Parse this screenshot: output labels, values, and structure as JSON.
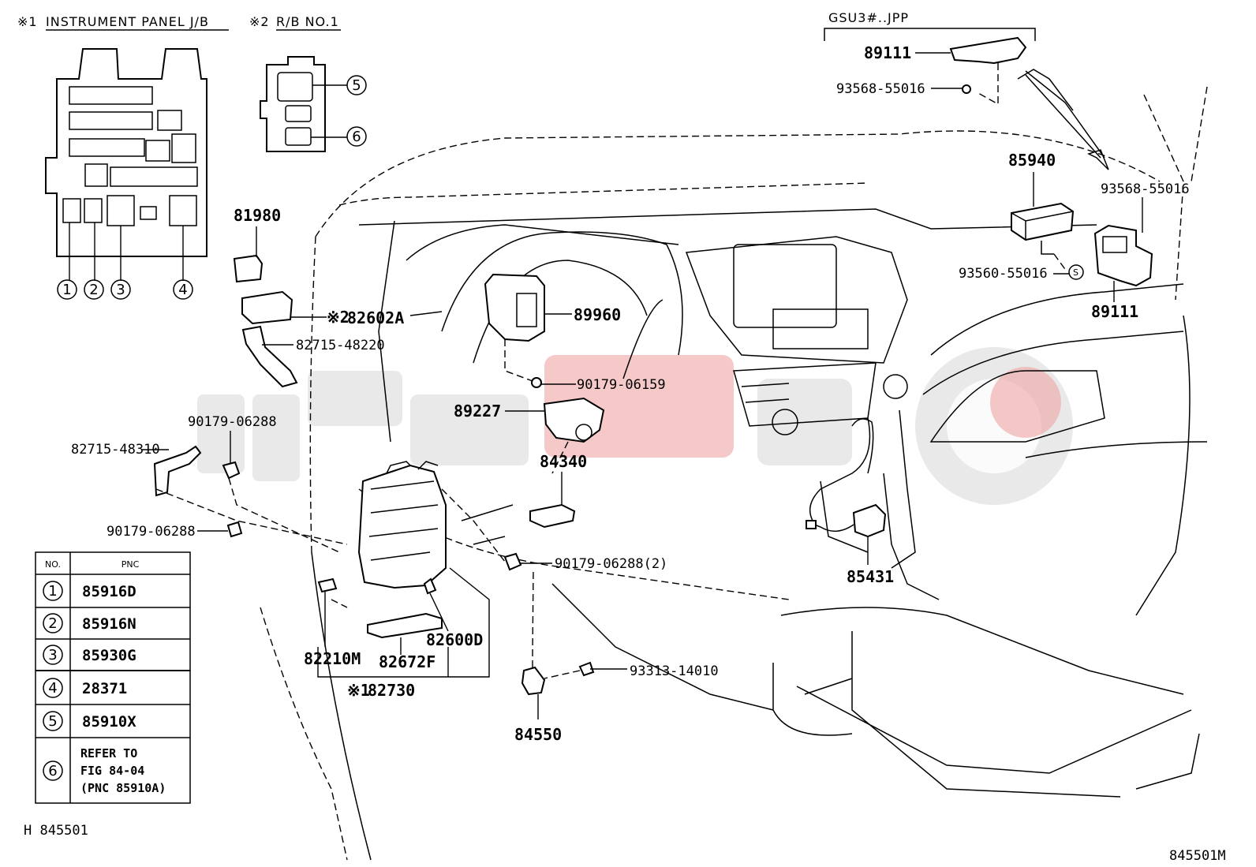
{
  "header": {
    "mark1": "※1",
    "title1": "INSTRUMENT PANEL J/B",
    "mark2": "※2",
    "title2": "R/B NO.1",
    "variant": "GSU3#..JPP"
  },
  "jb_circles": [
    "1",
    "2",
    "3",
    "4"
  ],
  "rb_circles": [
    "5",
    "6"
  ],
  "parts": {
    "p89111_top": "89111",
    "p93568_top": "93568-55016",
    "p85940": "85940",
    "p93568_right": "93568-55016",
    "p93560": "93560-55016",
    "p89111_right": "89111",
    "p81980": "81980",
    "p82602A_mark": "※2",
    "p82602A": "82602A",
    "p82715_48220": "82715-48220",
    "p89960": "89960",
    "p90179_06159": "90179-06159",
    "p89227": "89227",
    "p90179_06288_a": "90179-06288",
    "p82715_48310": "82715-48310",
    "p84340": "84340",
    "p90179_06288_b": "90179-06288",
    "p90179_06288_c": "90179-06288(2)",
    "p85431": "85431",
    "p82600D": "82600D",
    "p82210M": "82210M",
    "p82672F": "82672F",
    "p82730_mark": "※1",
    "p82730": "82730",
    "p93313": "93313-14010",
    "p84550": "84550",
    "s_symbol": "S"
  },
  "table": {
    "col_no": "NO.",
    "col_pnc": "PNC",
    "rows": [
      {
        "no": "1",
        "pnc": "85916D"
      },
      {
        "no": "2",
        "pnc": "85916N"
      },
      {
        "no": "3",
        "pnc": "85930G"
      },
      {
        "no": "4",
        "pnc": "28371"
      },
      {
        "no": "5",
        "pnc": "85910X"
      },
      {
        "no": "6",
        "pnc_lines": [
          "REFER TO",
          "FIG 84-04",
          "(PNC 85910A)"
        ]
      }
    ]
  },
  "footer": {
    "left": "H 845501",
    "right": "845501M"
  }
}
